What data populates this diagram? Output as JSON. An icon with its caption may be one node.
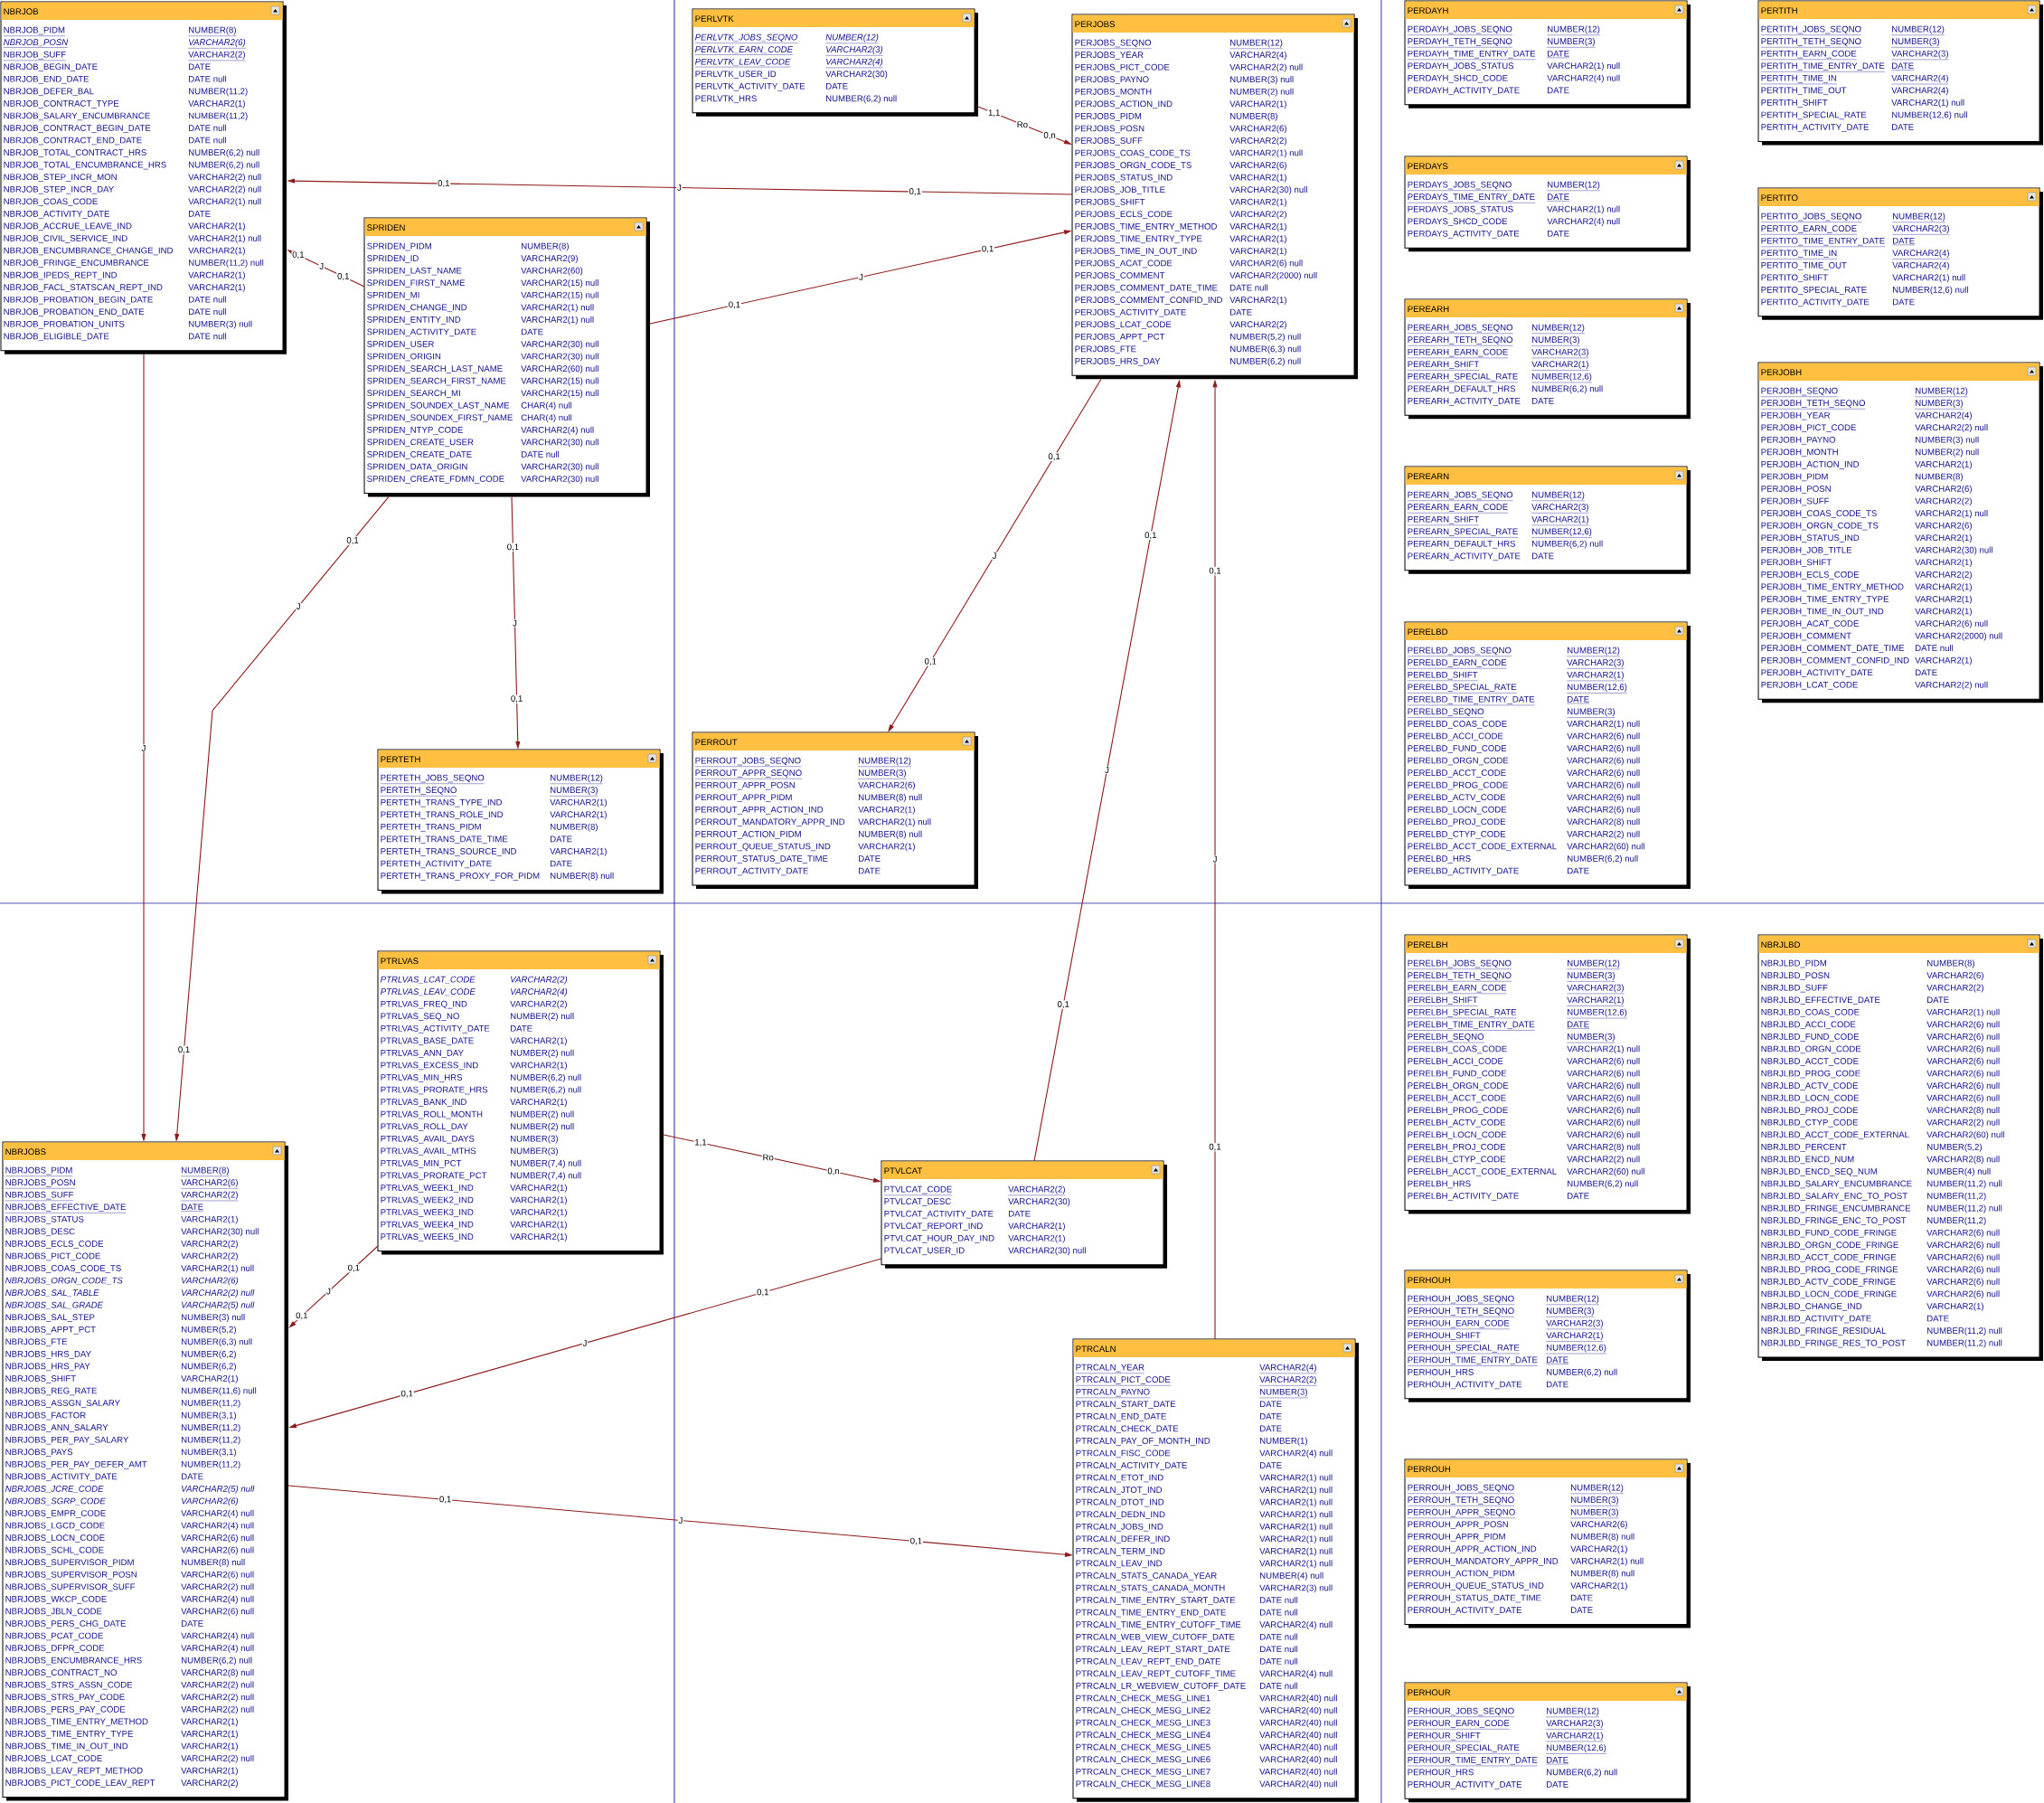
{
  "diagram": {
    "nodes": [
      {
        "text": [
          "NBRJOB",
          "NBRJOB_PIDM",
          "NUMBER(8)",
          "NBRJOB_POSN",
          "VARCHAR2(6)",
          "NBRJOB_SUFF",
          "VARCHAR2(2)",
          "NBRJOB_BEGIN_DATE",
          "DATE",
          "NBRJOB_END_DATE",
          "DATE null",
          "NBRJOB_DEFER_BAL",
          "NUMBER(11,2)",
          "NBRJOB_CONTRACT_TYPE",
          "VARCHAR2(1)",
          "NBRJOB_SALARY_ENCUMBRANCE",
          "NUMBER(11,2)",
          "NBRJOB_CONTRACT_BEGIN_DATE",
          "DATE null",
          "NBRJOB_CONTRACT_END_DATE",
          "DATE null",
          "NBRJOB_TOTAL_CONTRACT_HRS",
          "NUMBER(6,2) null",
          "NBRJOB_TOTAL_ENCUMBRANCE_HRS",
          "NUMBER(6,2) null",
          "NBRJOB_STEP_INCR_MON",
          "VARCHAR2(2) null",
          "NBRJOB_STEP_INCR_DAY",
          "VARCHAR2(2) null",
          "NBRJOB_COAS_CODE",
          "VARCHAR2(1) null",
          "NBRJOB_ACTIVITY_DATE",
          "DATE",
          "NBRJOB_ACCRUE_LEAVE_IND",
          "VARCHAR2(1)",
          "NBRJOB_CIVIL_SERVICE_IND",
          "VARCHAR2(1) null",
          "NBRJOB_ENCUMBRANCE_CHANGE_IND",
          "VARCHAR2(1)",
          "NBRJOB_FRINGE_ENCUMBRANCE",
          "NUMBER(11,2) null",
          "NBRJOB_IPEDS_REPT_IND",
          "VARCHAR2(1)",
          "NBRJOB_FACL_STATSCAN_REPT_IND",
          "VARCHAR2(1)",
          "NBRJOB_PROBATION_BEGIN_DATE",
          "DATE null",
          "NBRJOB_PROBATION_END_DATE",
          "DATE null",
          "NBRJOB_PROBATION_UNITS",
          "NUMBER(3) null",
          "NBRJOB_ELIGIBLE_DATE",
          "DATE null"
        ]
      },
      {
        "text": [
          "PERLVTK",
          "PERLVTK_JOBS_SEQNO",
          "NUMBER(12)",
          "PERLVTK_EARN_CODE",
          "VARCHAR2(3)",
          "PERLVTK_LEAV_CODE",
          "VARCHAR2(4)",
          "PERLVTK_USER_ID",
          "VARCHAR2(30)",
          "PERLVTK_ACTIVITY_DATE",
          "DATE",
          "PERLVTK_HRS",
          "NUMBER(6,2) null"
        ]
      },
      {
        "text": [
          "PERJOBS",
          "PERJOBS_SEQNO",
          "NUMBER(12)",
          "PERJOBS_YEAR",
          "VARCHAR2(4)",
          "PERJOBS_PICT_CODE",
          "VARCHAR2(2) null",
          "PERJOBS_PAYNO",
          "NUMBER(3) null",
          "PERJOBS_MONTH",
          "NUMBER(2) null",
          "PERJOBS_ACTION_IND",
          "VARCHAR2(1)",
          "PERJOBS_PIDM",
          "NUMBER(8)",
          "PERJOBS_POSN",
          "VARCHAR2(6)",
          "PERJOBS_SUFF",
          "VARCHAR2(2)",
          "PERJOBS_COAS_CODE_TS",
          "VARCHAR2(1) null",
          "PERJOBS_ORGN_CODE_TS",
          "VARCHAR2(6)",
          "PERJOBS_STATUS_IND",
          "VARCHAR2(1)",
          "PERJOBS_JOB_TITLE",
          "VARCHAR2(30) null",
          "PERJOBS_SHIFT",
          "VARCHAR2(1)",
          "PERJOBS_ECLS_CODE",
          "VARCHAR2(2)",
          "PERJOBS_TIME_ENTRY_METHOD",
          "VARCHAR2(1)",
          "PERJOBS_TIME_ENTRY_TYPE",
          "VARCHAR2(1)",
          "PERJOBS_TIME_IN_OUT_IND",
          "VARCHAR2(1)",
          "PERJOBS_ACAT_CODE",
          "VARCHAR2(6) null",
          "PERJOBS_COMMENT",
          "VARCHAR2(2000) null",
          "PERJOBS_COMMENT_DATE_TIME",
          "DATE null",
          "PERJOBS_COMMENT_CONFID_IND",
          "VARCHAR2(1)",
          "PERJOBS_ACTIVITY_DATE",
          "DATE",
          "PERJOBS_LCAT_CODE",
          "VARCHAR2(2)",
          "PERJOBS_APPT_PCT",
          "NUMBER(5,2) null",
          "PERJOBS_FTE",
          "NUMBER(6,3) null",
          "PERJOBS_HRS_DAY",
          "NUMBER(6,2) null"
        ]
      },
      {
        "text": [
          "PERDAYH",
          "PERDAYH_JOBS_SEQNO",
          "NUMBER(12)",
          "PERDAYH_TETH_SEQNO",
          "NUMBER(3)",
          "PERDAYH_TIME_ENTRY_DATE",
          "DATE",
          "PERDAYH_JOBS_STATUS",
          "VARCHAR2(1) null",
          "PERDAYH_SHCD_CODE",
          "VARCHAR2(4) null",
          "PERDAYH_ACTIVITY_DATE",
          "DATE"
        ]
      },
      {
        "text": [
          "PERTITH",
          "PERTITH_JOBS_SEQNO",
          "NUMBER(12)",
          "PERTITH_TETH_SEQNO",
          "NUMBER(3)",
          "PERTITH_EARN_CODE",
          "VARCHAR2(3)",
          "PERTITH_TIME_ENTRY_DATE",
          "DATE",
          "PERTITH_TIME_IN",
          "VARCHAR2(4)",
          "PERTITH_TIME_OUT",
          "VARCHAR2(4)",
          "PERTITH_SHIFT",
          "VARCHAR2(1) null",
          "PERTITH_SPECIAL_RATE",
          "NUMBER(12,6) null",
          "PERTITH_ACTIVITY_DATE",
          "DATE"
        ]
      },
      {
        "text": [
          "SPRIDEN",
          "SPRIDEN_PIDM",
          "NUMBER(8)",
          "SPRIDEN_ID",
          "VARCHAR2(9)",
          "SPRIDEN_LAST_NAME",
          "VARCHAR2(60)",
          "SPRIDEN_FIRST_NAME",
          "VARCHAR2(15) null",
          "SPRIDEN_MI",
          "VARCHAR2(15) null",
          "SPRIDEN_CHANGE_IND",
          "VARCHAR2(1) null",
          "SPRIDEN_ENTITY_IND",
          "VARCHAR2(1) null",
          "SPRIDEN_ACTIVITY_DATE",
          "DATE",
          "SPRIDEN_USER",
          "VARCHAR2(30) null",
          "SPRIDEN_ORIGIN",
          "VARCHAR2(30) null",
          "SPRIDEN_SEARCH_LAST_NAME",
          "VARCHAR2(60) null",
          "SPRIDEN_SEARCH_FIRST_NAME",
          "VARCHAR2(15) null",
          "SPRIDEN_SEARCH_MI",
          "VARCHAR2(15) null",
          "SPRIDEN_SOUNDEX_LAST_NAME",
          "CHAR(4) null",
          "SPRIDEN_SOUNDEX_FIRST_NAME",
          "CHAR(4) null",
          "SPRIDEN_NTYP_CODE",
          "VARCHAR2(4) null",
          "SPRIDEN_CREATE_USER",
          "VARCHAR2(30) null",
          "SPRIDEN_CREATE_DATE",
          "DATE null",
          "SPRIDEN_DATA_ORIGIN",
          "VARCHAR2(30) null",
          "SPRIDEN_CREATE_FDMN_CODE",
          "VARCHAR2(30) null"
        ]
      },
      {
        "text": [
          "PERDAYS",
          "PERDAYS_JOBS_SEQNO",
          "NUMBER(12)",
          "PERDAYS_TIME_ENTRY_DATE",
          "DATE",
          "PERDAYS_JOBS_STATUS",
          "VARCHAR2(1) null",
          "PERDAYS_SHCD_CODE",
          "VARCHAR2(4) null",
          "PERDAYS_ACTIVITY_DATE",
          "DATE"
        ]
      },
      {
        "text": [
          "PERTITO",
          "PERTITO_JOBS_SEQNO",
          "NUMBER(12)",
          "PERTITO_EARN_CODE",
          "VARCHAR2(3)",
          "PERTITO_TIME_ENTRY_DATE",
          "DATE",
          "PERTITO_TIME_IN",
          "VARCHAR2(4)",
          "PERTITO_TIME_OUT",
          "VARCHAR2(4)",
          "PERTITO_SHIFT",
          "VARCHAR2(1) null",
          "PERTITO_SPECIAL_RATE",
          "NUMBER(12,6) null",
          "PERTITO_ACTIVITY_DATE",
          "DATE"
        ]
      },
      {
        "text": [
          "PEREARH",
          "PEREARH_JOBS_SEQNO",
          "NUMBER(12)",
          "PEREARH_TETH_SEQNO",
          "NUMBER(3)",
          "PEREARH_EARN_CODE",
          "VARCHAR2(3)",
          "PEREARH_SHIFT",
          "VARCHAR2(1)",
          "PEREARH_SPECIAL_RATE",
          "NUMBER(12,6)",
          "PEREARH_DEFAULT_HRS",
          "NUMBER(6,2) null",
          "PEREARH_ACTIVITY_DATE",
          "DATE"
        ]
      },
      {
        "text": [
          "PERJOBH",
          "PERJOBH_SEQNO",
          "NUMBER(12)",
          "PERJOBH_TETH_SEQNO",
          "NUMBER(3)",
          "PERJOBH_YEAR",
          "VARCHAR2(4)",
          "PERJOBH_PICT_CODE",
          "VARCHAR2(2) null",
          "PERJOBH_PAYNO",
          "NUMBER(3) null",
          "PERJOBH_MONTH",
          "NUMBER(2) null",
          "PERJOBH_ACTION_IND",
          "VARCHAR2(1)",
          "PERJOBH_PIDM",
          "NUMBER(8)",
          "PERJOBH_POSN",
          "VARCHAR2(6)",
          "PERJOBH_SUFF",
          "VARCHAR2(2)",
          "PERJOBH_COAS_CODE_TS",
          "VARCHAR2(1) null",
          "PERJOBH_ORGN_CODE_TS",
          "VARCHAR2(6)",
          "PERJOBH_STATUS_IND",
          "VARCHAR2(1)",
          "PERJOBH_JOB_TITLE",
          "VARCHAR2(30) null",
          "PERJOBH_SHIFT",
          "VARCHAR2(1)",
          "PERJOBH_ECLS_CODE",
          "VARCHAR2(2)",
          "PERJOBH_TIME_ENTRY_METHOD",
          "VARCHAR2(1)",
          "PERJOBH_TIME_ENTRY_TYPE",
          "VARCHAR2(1)",
          "PERJOBH_TIME_IN_OUT_IND",
          "VARCHAR2(1)",
          "PERJOBH_ACAT_CODE",
          "VARCHAR2(6) null",
          "PERJOBH_COMMENT",
          "VARCHAR2(2000) null",
          "PERJOBH_COMMENT_DATE_TIME",
          "DATE null",
          "PERJOBH_COMMENT_CONFID_IND",
          "VARCHAR2(1)",
          "PERJOBH_ACTIVITY_DATE",
          "DATE",
          "PERJOBH_LCAT_CODE",
          "VARCHAR2(2) null"
        ]
      },
      {
        "text": [
          "PEREARN",
          "PEREARN_JOBS_SEQNO",
          "NUMBER(12)",
          "PEREARN_EARN_CODE",
          "VARCHAR2(3)",
          "PEREARN_SHIFT",
          "VARCHAR2(1)",
          "PEREARN_SPECIAL_RATE",
          "NUMBER(12,6)",
          "PEREARN_DEFAULT_HRS",
          "NUMBER(6,2) null",
          "PEREARN_ACTIVITY_DATE",
          "DATE"
        ]
      },
      {
        "text": [
          "PERTETH",
          "PERTETH_JOBS_SEQNO",
          "NUMBER(12)",
          "PERTETH_SEQNO",
          "NUMBER(3)",
          "PERTETH_TRANS_TYPE_IND",
          "VARCHAR2(1)",
          "PERTETH_TRANS_ROLE_IND",
          "VARCHAR2(1)",
          "PERTETH_TRANS_PIDM",
          "NUMBER(8)",
          "PERTETH_TRANS_DATE_TIME",
          "DATE",
          "PERTETH_TRANS_SOURCE_IND",
          "VARCHAR2(1)",
          "PERTETH_ACTIVITY_DATE",
          "DATE",
          "PERTETH_TRANS_PROXY_FOR_PIDM",
          "NUMBER(8) null"
        ]
      },
      {
        "text": [
          "PERROUT",
          "PERROUT_JOBS_SEQNO",
          "NUMBER(12)",
          "PERROUT_APPR_SEQNO",
          "NUMBER(3)",
          "PERROUT_APPR_POSN",
          "VARCHAR2(6)",
          "PERROUT_APPR_PIDM",
          "NUMBER(8) null",
          "PERROUT_APPR_ACTION_IND",
          "VARCHAR2(1)",
          "PERROUT_MANDATORY_APPR_IND",
          "VARCHAR2(1) null",
          "PERROUT_ACTION_PIDM",
          "NUMBER(8) null",
          "PERROUT_QUEUE_STATUS_IND",
          "VARCHAR2(1)",
          "PERROUT_STATUS_DATE_TIME",
          "DATE",
          "PERROUT_ACTIVITY_DATE",
          "DATE"
        ]
      },
      {
        "text": [
          "PERELBD",
          "PERELBD_JOBS_SEQNO",
          "NUMBER(12)",
          "PERELBD_EARN_CODE",
          "VARCHAR2(3)",
          "PERELBD_SHIFT",
          "VARCHAR2(1)",
          "PERELBD_SPECIAL_RATE",
          "NUMBER(12,6)",
          "PERELBD_TIME_ENTRY_DATE",
          "DATE",
          "PERELBD_SEQNO",
          "NUMBER(3)",
          "PERELBD_COAS_CODE",
          "VARCHAR2(1) null",
          "PERELBD_ACCI_CODE",
          "VARCHAR2(6) null",
          "PERELBD_FUND_CODE",
          "VARCHAR2(6) null",
          "PERELBD_ORGN_CODE",
          "VARCHAR2(6) null",
          "PERELBD_ACCT_CODE",
          "VARCHAR2(6) null",
          "PERELBD_PROG_CODE",
          "VARCHAR2(6) null",
          "PERELBD_ACTV_CODE",
          "VARCHAR2(6) null",
          "PERELBD_LOCN_CODE",
          "VARCHAR2(6) null",
          "PERELBD_PROJ_CODE",
          "VARCHAR2(8) null",
          "PERELBD_CTYP_CODE",
          "VARCHAR2(2) null",
          "PERELBD_ACCT_CODE_EXTERNAL",
          "VARCHAR2(60) null",
          "PERELBD_HRS",
          "NUMBER(6,2) null",
          "PERELBD_ACTIVITY_DATE",
          "DATE"
        ]
      },
      {
        "text": [
          "PTRLVAS",
          "PTRLVAS_LCAT_CODE",
          "VARCHAR2(2)",
          "PTRLVAS_LEAV_CODE",
          "VARCHAR2(4)",
          "PTRLVAS_FREQ_IND",
          "VARCHAR2(2)",
          "PTRLVAS_SEQ_NO",
          "NUMBER(2) null",
          "PTRLVAS_ACTIVITY_DATE",
          "DATE",
          "PTRLVAS_BASE_DATE",
          "VARCHAR2(1)",
          "PTRLVAS_ANN_DAY",
          "NUMBER(2) null",
          "PTRLVAS_EXCESS_IND",
          "VARCHAR2(1)",
          "PTRLVAS_MIN_HRS",
          "NUMBER(6,2) null",
          "PTRLVAS_PRORATE_HRS",
          "NUMBER(6,2) null",
          "PTRLVAS_BANK_IND",
          "VARCHAR2(1)",
          "PTRLVAS_ROLL_MONTH",
          "NUMBER(2) null",
          "PTRLVAS_ROLL_DAY",
          "NUMBER(2) null",
          "PTRLVAS_AVAIL_DAYS",
          "NUMBER(3)",
          "PTRLVAS_AVAIL_MTHS",
          "NUMBER(3)",
          "PTRLVAS_MIN_PCT",
          "NUMBER(7,4) null",
          "PTRLVAS_PRORATE_PCT",
          "NUMBER(7,4) null",
          "PTRLVAS_WEEK1_IND",
          "VARCHAR2(1)",
          "PTRLVAS_WEEK2_IND",
          "VARCHAR2(1)",
          "PTRLVAS_WEEK3_IND",
          "VARCHAR2(1)",
          "PTRLVAS_WEEK4_IND",
          "VARCHAR2(1)",
          "PTRLVAS_WEEK5_IND",
          "VARCHAR2(1)"
        ]
      },
      {
        "text": [
          "PERELBH",
          "PERELBH_JOBS_SEQNO",
          "NUMBER(12)",
          "PERELBH_TETH_SEQNO",
          "NUMBER(3)",
          "PERELBH_EARN_CODE",
          "VARCHAR2(3)",
          "PERELBH_SHIFT",
          "VARCHAR2(1)",
          "PERELBH_SPECIAL_RATE",
          "NUMBER(12,6)",
          "PERELBH_TIME_ENTRY_DATE",
          "DATE",
          "PERELBH_SEQNO",
          "NUMBER(3)",
          "PERELBH_COAS_CODE",
          "VARCHAR2(1) null",
          "PERELBH_ACCI_CODE",
          "VARCHAR2(6) null",
          "PERELBH_FUND_CODE",
          "VARCHAR2(6) null",
          "PERELBH_ORGN_CODE",
          "VARCHAR2(6) null",
          "PERELBH_ACCT_CODE",
          "VARCHAR2(6) null",
          "PERELBH_PROG_CODE",
          "VARCHAR2(6) null",
          "PERELBH_ACTV_CODE",
          "VARCHAR2(6) null",
          "PERELBH_LOCN_CODE",
          "VARCHAR2(6) null",
          "PERELBH_PROJ_CODE",
          "VARCHAR2(8) null",
          "PERELBH_CTYP_CODE",
          "VARCHAR2(2) null",
          "PERELBH_ACCT_CODE_EXTERNAL",
          "VARCHAR2(60) null",
          "PERELBH_HRS",
          "NUMBER(6,2) null",
          "PERELBH_ACTIVITY_DATE",
          "DATE"
        ]
      },
      {
        "text": [
          "NBRJLBD",
          "NBRJLBD_PIDM",
          "NUMBER(8)",
          "NBRJLBD_POSN",
          "VARCHAR2(6)",
          "NBRJLBD_SUFF",
          "VARCHAR2(2)",
          "NBRJLBD_EFFECTIVE_DATE",
          "DATE",
          "NBRJLBD_COAS_CODE",
          "VARCHAR2(1) null",
          "NBRJLBD_ACCI_CODE",
          "VARCHAR2(6) null",
          "NBRJLBD_FUND_CODE",
          "VARCHAR2(6) null",
          "NBRJLBD_ORGN_CODE",
          "VARCHAR2(6) null",
          "NBRJLBD_ACCT_CODE",
          "VARCHAR2(6) null",
          "NBRJLBD_PROG_CODE",
          "VARCHAR2(6) null",
          "NBRJLBD_ACTV_CODE",
          "VARCHAR2(6) null",
          "NBRJLBD_LOCN_CODE",
          "VARCHAR2(6) null",
          "NBRJLBD_PROJ_CODE",
          "VARCHAR2(8) null",
          "NBRJLBD_CTYP_CODE",
          "VARCHAR2(2) null",
          "NBRJLBD_ACCT_CODE_EXTERNAL",
          "VARCHAR2(60) null",
          "NBRJLBD_PERCENT",
          "NUMBER(5,2)",
          "NBRJLBD_ENCD_NUM",
          "VARCHAR2(8) null",
          "NBRJLBD_ENCD_SEQ_NUM",
          "NUMBER(4) null",
          "NBRJLBD_SALARY_ENCUMBRANCE",
          "NUMBER(11,2) null",
          "NBRJLBD_SALARY_ENC_TO_POST",
          "NUMBER(11,2)",
          "NBRJLBD_FRINGE_ENCUMBRANCE",
          "NUMBER(11,2) null",
          "NBRJLBD_FRINGE_ENC_TO_POST",
          "NUMBER(11,2)",
          "NBRJLBD_FUND_CODE_FRINGE",
          "VARCHAR2(6) null",
          "NBRJLBD_ORGN_CODE_FRINGE",
          "VARCHAR2(6) null",
          "NBRJLBD_ACCT_CODE_FRINGE",
          "VARCHAR2(6) null",
          "NBRJLBD_PROG_CODE_FRINGE",
          "VARCHAR2(6) null",
          "NBRJLBD_ACTV_CODE_FRINGE",
          "VARCHAR2(6) null",
          "NBRJLBD_LOCN_CODE_FRINGE",
          "VARCHAR2(6) null",
          "NBRJLBD_CHANGE_IND",
          "VARCHAR2(1)",
          "NBRJLBD_ACTIVITY_DATE",
          "DATE",
          "NBRJLBD_FRINGE_RESIDUAL",
          "NUMBER(11,2) null",
          "NBRJLBD_FRINGE_RES_TO_POST",
          "NUMBER(11,2) null"
        ]
      },
      {
        "text": [
          "NBRJOBS",
          "NBRJOBS_PIDM",
          "NUMBER(8)",
          "NBRJOBS_POSN",
          "VARCHAR2(6)",
          "NBRJOBS_SUFF",
          "VARCHAR2(2)",
          "NBRJOBS_EFFECTIVE_DATE",
          "DATE",
          "NBRJOBS_STATUS",
          "VARCHAR2(1)",
          "NBRJOBS_DESC",
          "VARCHAR2(30) null",
          "NBRJOBS_ECLS_CODE",
          "VARCHAR2(2)",
          "NBRJOBS_PICT_CODE",
          "VARCHAR2(2)",
          "NBRJOBS_COAS_CODE_TS",
          "VARCHAR2(1) null",
          "NBRJOBS_ORGN_CODE_TS",
          "VARCHAR2(6)",
          "NBRJOBS_SAL_TABLE",
          "VARCHAR2(2) null",
          "NBRJOBS_SAL_GRADE",
          "VARCHAR2(5) null",
          "NBRJOBS_SAL_STEP",
          "NUMBER(3) null",
          "NBRJOBS_APPT_PCT",
          "NUMBER(5,2)",
          "NBRJOBS_FTE",
          "NUMBER(6,3) null",
          "NBRJOBS_HRS_DAY",
          "NUMBER(6,2)",
          "NBRJOBS_HRS_PAY",
          "NUMBER(6,2)",
          "NBRJOBS_SHIFT",
          "VARCHAR2(1)",
          "NBRJOBS_REG_RATE",
          "NUMBER(11,6) null",
          "NBRJOBS_ASSGN_SALARY",
          "NUMBER(11,2)",
          "NBRJOBS_FACTOR",
          "NUMBER(3,1)",
          "NBRJOBS_ANN_SALARY",
          "NUMBER(11,2)",
          "NBRJOBS_PER_PAY_SALARY",
          "NUMBER(11,2)",
          "NBRJOBS_PAYS",
          "NUMBER(3,1)",
          "NBRJOBS_PER_PAY_DEFER_AMT",
          "NUMBER(11,2)",
          "NBRJOBS_ACTIVITY_DATE",
          "DATE",
          "NBRJOBS_JCRE_CODE",
          "VARCHAR2(5) null",
          "NBRJOBS_SGRP_CODE",
          "VARCHAR2(6)",
          "NBRJOBS_EMPR_CODE",
          "VARCHAR2(4) null",
          "NBRJOBS_LGCD_CODE",
          "VARCHAR2(4) null",
          "NBRJOBS_LOCN_CODE",
          "VARCHAR2(6) null",
          "NBRJOBS_SCHL_CODE",
          "VARCHAR2(6) null",
          "NBRJOBS_SUPERVISOR_PIDM",
          "NUMBER(8) null",
          "NBRJOBS_SUPERVISOR_POSN",
          "VARCHAR2(6) null",
          "NBRJOBS_SUPERVISOR_SUFF",
          "VARCHAR2(2) null",
          "NBRJOBS_WKCP_CODE",
          "VARCHAR2(4) null",
          "NBRJOBS_JBLN_CODE",
          "VARCHAR2(6) null",
          "NBRJOBS_PERS_CHG_DATE",
          "DATE",
          "NBRJOBS_PCAT_CODE",
          "VARCHAR2(4) null",
          "NBRJOBS_DFPR_CODE",
          "VARCHAR2(4) null",
          "NBRJOBS_ENCUMBRANCE_HRS",
          "NUMBER(6,2) null",
          "NBRJOBS_CONTRACT_NO",
          "VARCHAR2(8) null",
          "NBRJOBS_STRS_ASSN_CODE",
          "VARCHAR2(2) null",
          "NBRJOBS_STRS_PAY_CODE",
          "VARCHAR2(2) null",
          "NBRJOBS_PERS_PAY_CODE",
          "VARCHAR2(2) null",
          "NBRJOBS_TIME_ENTRY_METHOD",
          "VARCHAR2(1)",
          "NBRJOBS_TIME_ENTRY_TYPE",
          "VARCHAR2(1)",
          "NBRJOBS_TIME_IN_OUT_IND",
          "VARCHAR2(1)",
          "NBRJOBS_LCAT_CODE",
          "VARCHAR2(2) null",
          "NBRJOBS_LEAV_REPT_METHOD",
          "VARCHAR2(1)",
          "NBRJOBS_PICT_CODE_LEAV_REPT",
          "VARCHAR2(2)"
        ]
      },
      {
        "text": [
          "PTVLCAT",
          "PTVLCAT_CODE",
          "VARCHAR2(2)",
          "PTVLCAT_DESC",
          "VARCHAR2(30)",
          "PTVLCAT_ACTIVITY_DATE",
          "DATE",
          "PTVLCAT_REPORT_IND",
          "VARCHAR2(1)",
          "PTVLCAT_HOUR_DAY_IND",
          "VARCHAR2(1)",
          "PTVLCAT_USER_ID",
          "VARCHAR2(30) null"
        ]
      },
      {
        "text": [
          "PERHOUH",
          "PERHOUH_JOBS_SEQNO",
          "NUMBER(12)",
          "PERHOUH_TETH_SEQNO",
          "NUMBER(3)",
          "PERHOUH_EARN_CODE",
          "VARCHAR2(3)",
          "PERHOUH_SHIFT",
          "VARCHAR2(1)",
          "PERHOUH_SPECIAL_RATE",
          "NUMBER(12,6)",
          "PERHOUH_TIME_ENTRY_DATE",
          "DATE",
          "PERHOUH_HRS",
          "NUMBER(6,2) null",
          "PERHOUH_ACTIVITY_DATE",
          "DATE"
        ]
      },
      {
        "text": [
          "PTRCALN",
          "PTRCALN_YEAR",
          "VARCHAR2(4)",
          "PTRCALN_PICT_CODE",
          "VARCHAR2(2)",
          "PTRCALN_PAYNO",
          "NUMBER(3)",
          "PTRCALN_START_DATE",
          "DATE",
          "PTRCALN_END_DATE",
          "DATE",
          "PTRCALN_CHECK_DATE",
          "DATE",
          "PTRCALN_PAY_OF_MONTH_IND",
          "NUMBER(1)",
          "PTRCALN_FISC_CODE",
          "VARCHAR2(4) null",
          "PTRCALN_ACTIVITY_DATE",
          "DATE",
          "PTRCALN_ETOT_IND",
          "VARCHAR2(1) null",
          "PTRCALN_JTOT_IND",
          "VARCHAR2(1) null",
          "PTRCALN_DTOT_IND",
          "VARCHAR2(1) null",
          "PTRCALN_DEDN_IND",
          "VARCHAR2(1) null",
          "PTRCALN_JOBS_IND",
          "VARCHAR2(1) null",
          "PTRCALN_DEFER_IND",
          "VARCHAR2(1) null",
          "PTRCALN_TERM_IND",
          "VARCHAR2(1) null",
          "PTRCALN_LEAV_IND",
          "VARCHAR2(1) null",
          "PTRCALN_STATS_CANADA_YEAR",
          "NUMBER(4) null",
          "PTRCALN_STATS_CANADA_MONTH",
          "VARCHAR2(3) null",
          "PTRCALN_TIME_ENTRY_START_DATE",
          "DATE null",
          "PTRCALN_TIME_ENTRY_END_DATE",
          "DATE null",
          "PTRCALN_TIME_ENTRY_CUTOFF_TIME",
          "VARCHAR2(4) null",
          "PTRCALN_WEB_VIEW_CUTOFF_DATE",
          "DATE null",
          "PTRCALN_LEAV_REPT_START_DATE",
          "DATE null",
          "PTRCALN_LEAV_REPT_END_DATE",
          "DATE null",
          "PTRCALN_LEAV_REPT_CUTOFF_TIME",
          "VARCHAR2(4) null",
          "PTRCALN_LR_WEBVIEW_CUTOFF_DATE",
          "DATE null",
          "PTRCALN_CHECK_MESG_LINE1",
          "VARCHAR2(40) null",
          "PTRCALN_CHECK_MESG_LINE2",
          "VARCHAR2(40) null",
          "PTRCALN_CHECK_MESG_LINE3",
          "VARCHAR2(40) null",
          "PTRCALN_CHECK_MESG_LINE4",
          "VARCHAR2(40) null",
          "PTRCALN_CHECK_MESG_LINE5",
          "VARCHAR2(40) null",
          "PTRCALN_CHECK_MESG_LINE6",
          "VARCHAR2(40) null",
          "PTRCALN_CHECK_MESG_LINE7",
          "VARCHAR2(40) null",
          "PTRCALN_CHECK_MESG_LINE8",
          "VARCHAR2(40) null"
        ]
      },
      {
        "text": [
          "PERROUH",
          "PERROUH_JOBS_SEQNO",
          "NUMBER(12)",
          "PERROUH_TETH_SEQNO",
          "NUMBER(3)",
          "PERROUH_APPR_SEQNO",
          "NUMBER(3)",
          "PERROUH_APPR_POSN",
          "VARCHAR2(6)",
          "PERROUH_APPR_PIDM",
          "NUMBER(8) null",
          "PERROUH_APPR_ACTION_IND",
          "VARCHAR2(1)",
          "PERROUH_MANDATORY_APPR_IND",
          "VARCHAR2(1) null",
          "PERROUH_ACTION_PIDM",
          "NUMBER(8) null",
          "PERROUH_QUEUE_STATUS_IND",
          "VARCHAR2(1)",
          "PERROUH_STATUS_DATE_TIME",
          "DATE",
          "PERROUH_ACTIVITY_DATE",
          "DATE"
        ]
      },
      {
        "text": [
          "PERHOUR",
          "PERHOUR_JOBS_SEQNO",
          "NUMBER(12)",
          "PERHOUR_EARN_CODE",
          "VARCHAR2(3)",
          "PERHOUR_SHIFT",
          "VARCHAR2(1)",
          "PERHOUR_SPECIAL_RATE",
          "NUMBER(12,6)",
          "PERHOUR_TIME_ENTRY_DATE",
          "DATE",
          "PERHOUR_HRS",
          "NUMBER(6,2) null",
          "PERHOUR_ACTIVITY_DATE",
          "DATE"
        ]
      }
    ],
    "edges": [
      {
        "from": 2,
        "to": 0,
        "arrow": "to",
        "label": "J"
      },
      {
        "from": 5,
        "to": 2,
        "arrow": "to",
        "label": "J"
      },
      {
        "from": 5,
        "to": 0,
        "arrow": "to",
        "label": "J"
      },
      {
        "from": 1,
        "to": 2,
        "arrow": "to",
        "label": "Ro"
      },
      {
        "from": 2,
        "to": 12,
        "arrow": "to",
        "label": "J"
      },
      {
        "from": 5,
        "to": 11,
        "arrow": "to",
        "label": "J"
      },
      {
        "from": 5,
        "to": 17,
        "arrow": "to",
        "label": "J"
      },
      {
        "from": 0,
        "to": 17,
        "arrow": "to",
        "label": "J"
      },
      {
        "from": 20,
        "to": 2,
        "arrow": "to",
        "label": "J"
      },
      {
        "from": 18,
        "to": 2,
        "arrow": "to",
        "label": "J"
      },
      {
        "from": 14,
        "to": 18,
        "arrow": "to",
        "label": "Ro"
      },
      {
        "from": 14,
        "to": 17,
        "arrow": "to",
        "label": "J"
      },
      {
        "from": 18,
        "to": 17,
        "arrow": "to",
        "label": "J"
      },
      {
        "from": 17,
        "to": 20,
        "arrow": "to",
        "label": "J"
      }
    ],
    "labels": [
      "0,1",
      "0,1",
      "0,1",
      "0,1",
      "0,1",
      "0,1",
      "1,1",
      "0,n",
      "0,1",
      "0,1",
      "0,1",
      "0,1",
      "0,1",
      "0,1",
      "0,1",
      "0,1",
      "0,1",
      "0,1",
      "1,1",
      "0,n",
      "0,1",
      "0,1",
      "0,1",
      "0,1",
      "0,1",
      "0,1"
    ]
  }
}
